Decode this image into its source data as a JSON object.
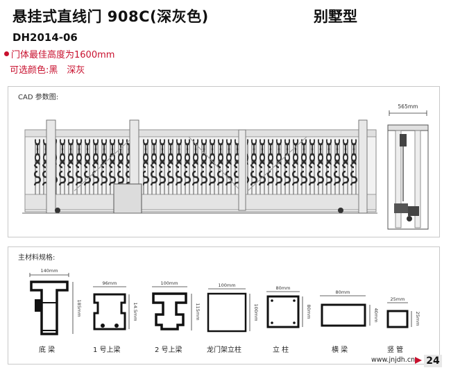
{
  "header": {
    "title": "悬挂式直线门 908C(深灰色)",
    "category": "别墅型",
    "model": "DH2014-06",
    "height_note": "门体最佳高度为1600mm",
    "colors_note": "可选颜色:黑　深灰"
  },
  "cad": {
    "label": "CAD 参数图:",
    "side_width": "565mm"
  },
  "materials": {
    "label": "主材料规格:",
    "sections": [
      {
        "name": "底 梁",
        "width": "140mm",
        "height": "185mm"
      },
      {
        "name": "1 号上梁",
        "width": "96mm",
        "height": "14.5mm"
      },
      {
        "name": "2 号上梁",
        "width": "100mm",
        "height": "115mm"
      },
      {
        "name": "龙门架立柱",
        "width": "100mm",
        "height": "100mm"
      },
      {
        "name": "立 柱",
        "width": "80mm",
        "height": "80mm"
      },
      {
        "name": "横 梁",
        "width": "80mm",
        "height": "40mm"
      },
      {
        "name": "竖 管",
        "width": "25mm",
        "height": "25mm"
      }
    ]
  },
  "footer": {
    "website": "www.jnjdh.cn",
    "page": "24"
  },
  "colors": {
    "accent_red": "#c8102e",
    "gate_metal": "#d8d8d8",
    "ornament": "#2b2b2b"
  }
}
